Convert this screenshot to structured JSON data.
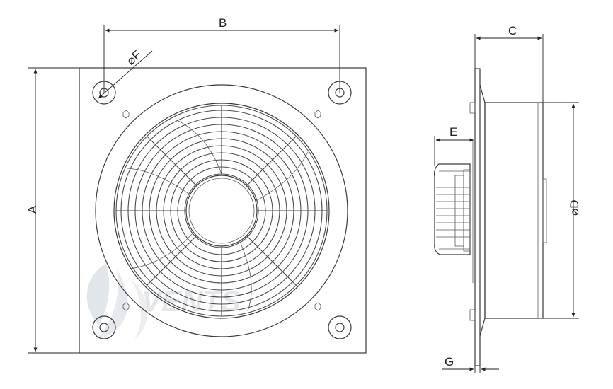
{
  "labels": {
    "a": "A",
    "b": "B",
    "c": "C",
    "d": "⌀D",
    "e": "E",
    "f": "⌀F",
    "g": "G"
  },
  "watermark": {
    "text": "VENTS",
    "color": "#c9d2dc"
  },
  "colors": {
    "line": "#3a3a3a",
    "plate": "#f7f7f7"
  }
}
